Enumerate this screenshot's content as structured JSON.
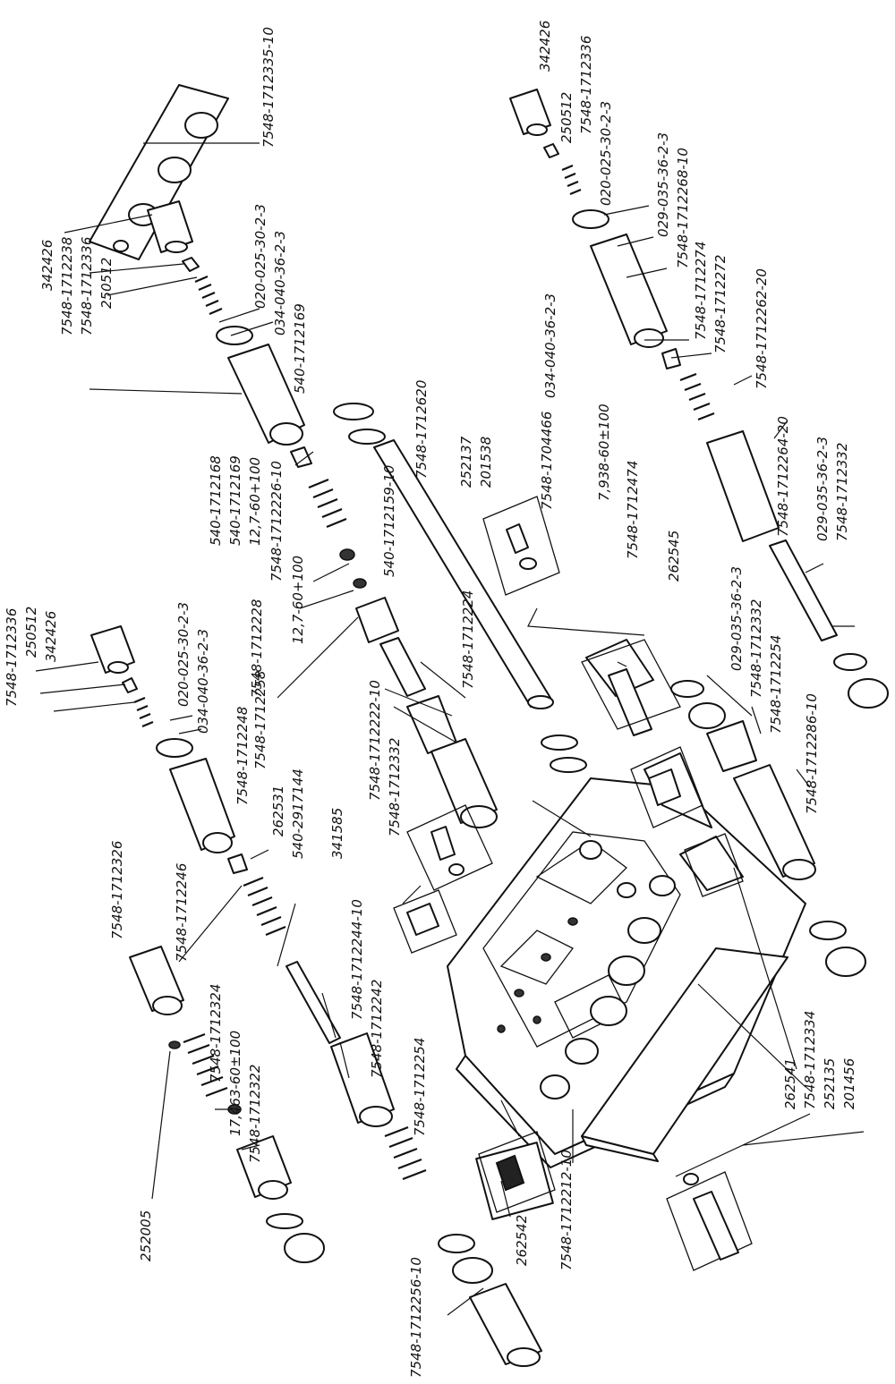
{
  "labels": {
    "l01": "342426",
    "l02": "7548-1712238",
    "l03": "7548-1712336",
    "l04": "250512",
    "l05": "7548-1712335-10",
    "l06": "020-025-30-2-3",
    "l07": "034-040-36-2-3",
    "l08": "540-1712169",
    "l09": "7548-1712336",
    "l10": "250512",
    "l11": "342426",
    "l12": "020-025-30-2-3",
    "l13": "034-040-36-2-3",
    "l14": "540-1712168",
    "l15": "540-1712169",
    "l16": "12,7-60+100",
    "l17": "7548-1712226-10",
    "l18": "12,7-60+100",
    "l19": "7548-1712228",
    "l20": "7548-1712224",
    "l21": "7548-1712258",
    "l22": "7548-1712248",
    "l23": "7548-1712222-10",
    "l24": "7548-1712332",
    "l25": "262531",
    "l26": "540-2917144",
    "l27": "341585",
    "l28": "7548-1712326",
    "l29": "7548-1712246",
    "l30": "7548-1712244-10",
    "l31": "7548-1712242",
    "l32": "7548-1712254",
    "l33": "7548-1712324",
    "l34": "17,463-60±100",
    "l35": "7548-1712322",
    "l36": "252005",
    "l37": "262542",
    "l38": "7548-1712212-10",
    "l39": "7548-1712256-10",
    "l40": "342426",
    "l41": "250512",
    "l42": "7548-1712336",
    "l43": "020-025-30-2-3",
    "l44": "029-035-36-2-3",
    "l45": "7548-1712268-10",
    "l46": "7548-1712274",
    "l47": "7548-1712272",
    "l48": "7548-1712262-20",
    "l49": "7548-1712264-20",
    "l50": "029-035-36-2-3",
    "l51": "7548-1712332",
    "l52": "034-040-36-2-3",
    "l53": "7548-1712620",
    "l54": "540-1712159-10",
    "l55": "252137",
    "l56": "201538",
    "l57": "7548-1704466",
    "l58": "7,938-60±100",
    "l59": "7548-1712474",
    "l60": "262545",
    "l61": "029-035-36-2-3",
    "l62": "7548-1712332",
    "l63": "7548-1712254",
    "l64": "7548-1712286-10",
    "l65": "262541",
    "l66": "7548-1712334",
    "l67": "252135",
    "l68": "201456"
  }
}
